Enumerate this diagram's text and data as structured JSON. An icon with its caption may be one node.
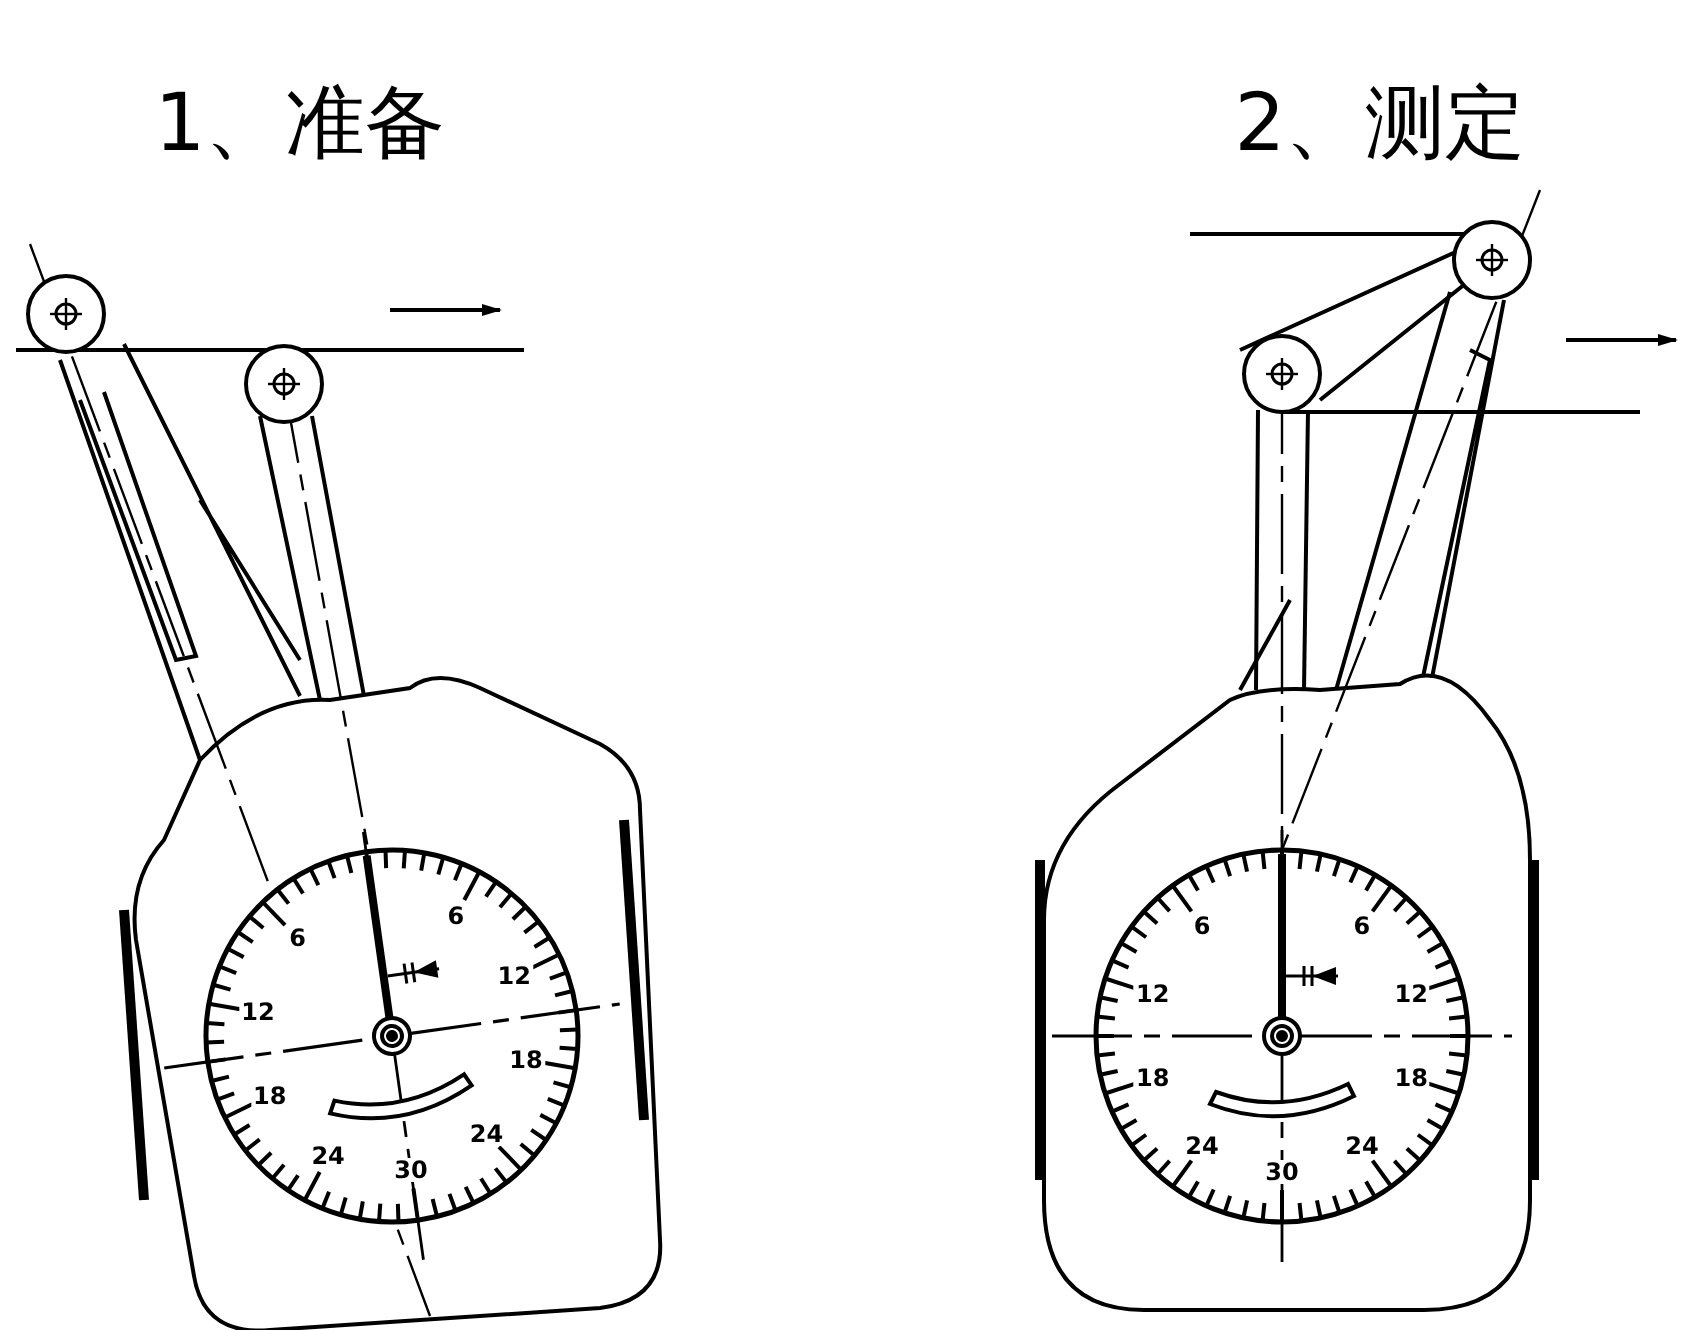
{
  "diagram": {
    "labels": [
      "1、准备",
      "2、测定",
      "6",
      "6",
      "12",
      "12",
      "18",
      "18",
      "24",
      "30",
      "24",
      "6",
      "6",
      "12",
      "12",
      "18",
      "18",
      "24",
      "30",
      "24"
    ]
  }
}
